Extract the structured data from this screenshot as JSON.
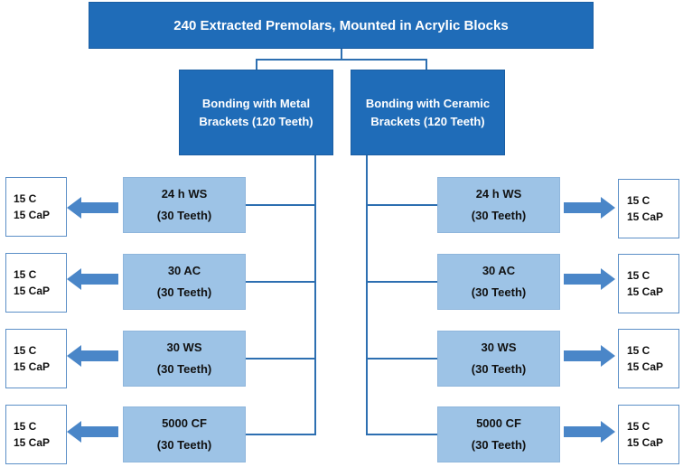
{
  "title": "240 Extracted Premolars, Mounted in Acrylic Blocks",
  "branches": [
    {
      "line1": "Bonding with Metal",
      "line2": "Brackets (120 Teeth)",
      "conditions": [
        {
          "name": "24 h WS",
          "count": "(30 Teeth)",
          "result": [
            "15 C",
            "15 CaP"
          ]
        },
        {
          "name": "30 AC",
          "count": "(30 Teeth)",
          "result": [
            "15 C",
            "15 CaP"
          ]
        },
        {
          "name": "30 WS",
          "count": "(30 Teeth)",
          "result": [
            "15 C",
            "15 CaP"
          ]
        },
        {
          "name": "5000 CF",
          "count": "(30 Teeth)",
          "result": [
            "15 C",
            "15 CaP"
          ]
        }
      ]
    },
    {
      "line1": "Bonding with Ceramic",
      "line2": "Brackets (120 Teeth)",
      "conditions": [
        {
          "name": "24 h WS",
          "count": "(30 Teeth)",
          "result": [
            "15 C",
            "15 CaP"
          ]
        },
        {
          "name": "30 AC",
          "count": "(30 Teeth)",
          "result": [
            "15 C",
            "15 CaP"
          ]
        },
        {
          "name": "30 WS",
          "count": "(30 Teeth)",
          "result": [
            "15 C",
            "15 CaP"
          ]
        },
        {
          "name": "5000 CF",
          "count": "(30 Teeth)",
          "result": [
            "15 C",
            "15 CaP"
          ]
        }
      ]
    }
  ],
  "colors": {
    "primary": "#1f6cb8",
    "secondary": "#9dc3e6",
    "arrow": "#4a86c8",
    "connector": "#2d6fb1",
    "result_border": "#5b8fc7"
  }
}
